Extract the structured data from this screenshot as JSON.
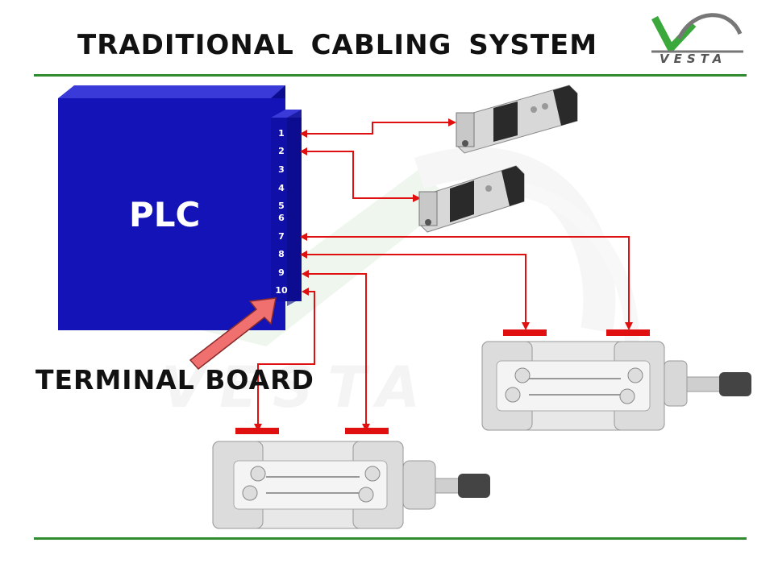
{
  "title": "TRADITIONAL CABLING SYSTEM",
  "logo": {
    "text": "VESTA",
    "icon": "vesta-logo-icon"
  },
  "plc": {
    "label": "PLC"
  },
  "terminals": [
    "1",
    "2",
    "3",
    "4",
    "5",
    "6",
    "7",
    "8",
    "9",
    "10"
  ],
  "terminal_board_label": "TERMINAL BOARD",
  "devices": {
    "valves": [
      {
        "name": "solenoid-valve-1",
        "icon": "solenoid-valve-icon"
      },
      {
        "name": "solenoid-valve-2",
        "icon": "solenoid-valve-icon"
      }
    ],
    "cylinders": [
      {
        "name": "pneumatic-cylinder-1",
        "icon": "pneumatic-cylinder-icon"
      },
      {
        "name": "pneumatic-cylinder-2",
        "icon": "pneumatic-cylinder-icon"
      }
    ]
  },
  "colors": {
    "plc": "#1313b8",
    "wire": "#e01010",
    "rule": "#2e8b2e",
    "logo_green": "#3aa83a",
    "arrow": "#f07070"
  }
}
